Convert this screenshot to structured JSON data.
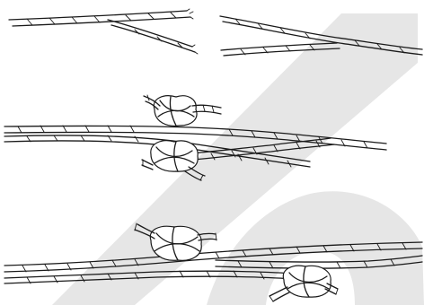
{
  "figure": {
    "background": "#ffffff",
    "ink": "#1a1a1a",
    "watermark": "#e6e6e6",
    "panels": [
      {
        "step": 1,
        "label": ""
      },
      {
        "step": 2,
        "label": ""
      },
      {
        "step": 3,
        "label": ""
      }
    ]
  }
}
